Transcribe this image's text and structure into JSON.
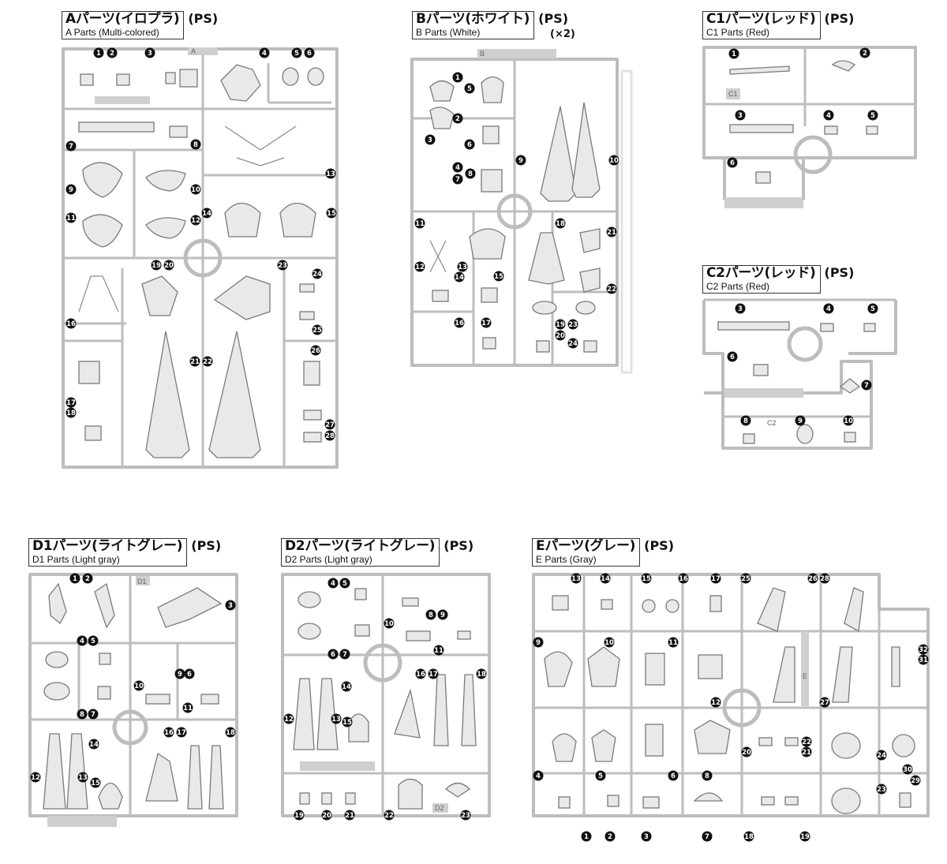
{
  "sheets": [
    {
      "id": "A",
      "title_jp": "Aパーツ(イロプラ)",
      "title_en": "A Parts (Multi-colored)",
      "suffix": "(PS)",
      "multiplier": ""
    },
    {
      "id": "B",
      "title_jp": "Bパーツ(ホワイト)",
      "title_en": "B Parts (White)",
      "suffix": "(PS)",
      "multiplier": "(×2)"
    },
    {
      "id": "C1",
      "title_jp": "C1パーツ(レッド)",
      "title_en": "C1 Parts (Red)",
      "suffix": "(PS)",
      "multiplier": ""
    },
    {
      "id": "C2",
      "title_jp": "C2パーツ(レッド)",
      "title_en": "C2 Parts (Red)",
      "suffix": "(PS)",
      "multiplier": ""
    },
    {
      "id": "D1",
      "title_jp": "D1パーツ(ライトグレー)",
      "title_en": "D1 Parts (Light gray)",
      "suffix": "(PS)",
      "multiplier": ""
    },
    {
      "id": "D2",
      "title_jp": "D2パーツ(ライトグレー)",
      "title_en": "D2 Parts (Light gray)",
      "suffix": "(PS)",
      "multiplier": ""
    },
    {
      "id": "E",
      "title_jp": "Eパーツ(グレー)",
      "title_en": "E Parts (Gray)",
      "suffix": "(PS)",
      "multiplier": ""
    }
  ],
  "runner_tags": {
    "A": "A",
    "B": "B",
    "C1": "C1",
    "C2": "C2",
    "D1": "D1",
    "D2": "D2",
    "E": "E"
  },
  "part_numbers": {
    "A": [
      "1",
      "2",
      "3",
      "4",
      "5",
      "6",
      "7",
      "8",
      "9",
      "10",
      "11",
      "12",
      "13",
      "14",
      "15",
      "16",
      "17",
      "18",
      "19",
      "20",
      "21",
      "22",
      "23",
      "24",
      "25",
      "26",
      "27",
      "28"
    ],
    "B": [
      "1",
      "2",
      "3",
      "4",
      "5",
      "6",
      "7",
      "8",
      "9",
      "10",
      "11",
      "12",
      "13",
      "14",
      "15",
      "16",
      "17",
      "18",
      "19",
      "20",
      "21",
      "22",
      "23",
      "24"
    ],
    "C1": [
      "1",
      "2",
      "3",
      "4",
      "5",
      "6"
    ],
    "C2": [
      "3",
      "4",
      "5",
      "6",
      "7",
      "8",
      "9",
      "10"
    ],
    "D1": [
      "1",
      "2",
      "3",
      "4",
      "5",
      "6",
      "7",
      "8",
      "9",
      "10",
      "11",
      "12",
      "13",
      "14",
      "15",
      "16",
      "17",
      "18"
    ],
    "D2": [
      "4",
      "5",
      "6",
      "7",
      "8",
      "9",
      "10",
      "11",
      "12",
      "13",
      "14",
      "15",
      "16",
      "17",
      "18",
      "19",
      "20",
      "21",
      "22",
      "23"
    ],
    "E": [
      "1",
      "2",
      "3",
      "4",
      "5",
      "6",
      "7",
      "8",
      "9",
      "10",
      "11",
      "12",
      "13",
      "14",
      "15",
      "16",
      "17",
      "18",
      "19",
      "20",
      "21",
      "22",
      "23",
      "24",
      "25",
      "26",
      "27",
      "28",
      "29",
      "30",
      "31",
      "32"
    ]
  }
}
